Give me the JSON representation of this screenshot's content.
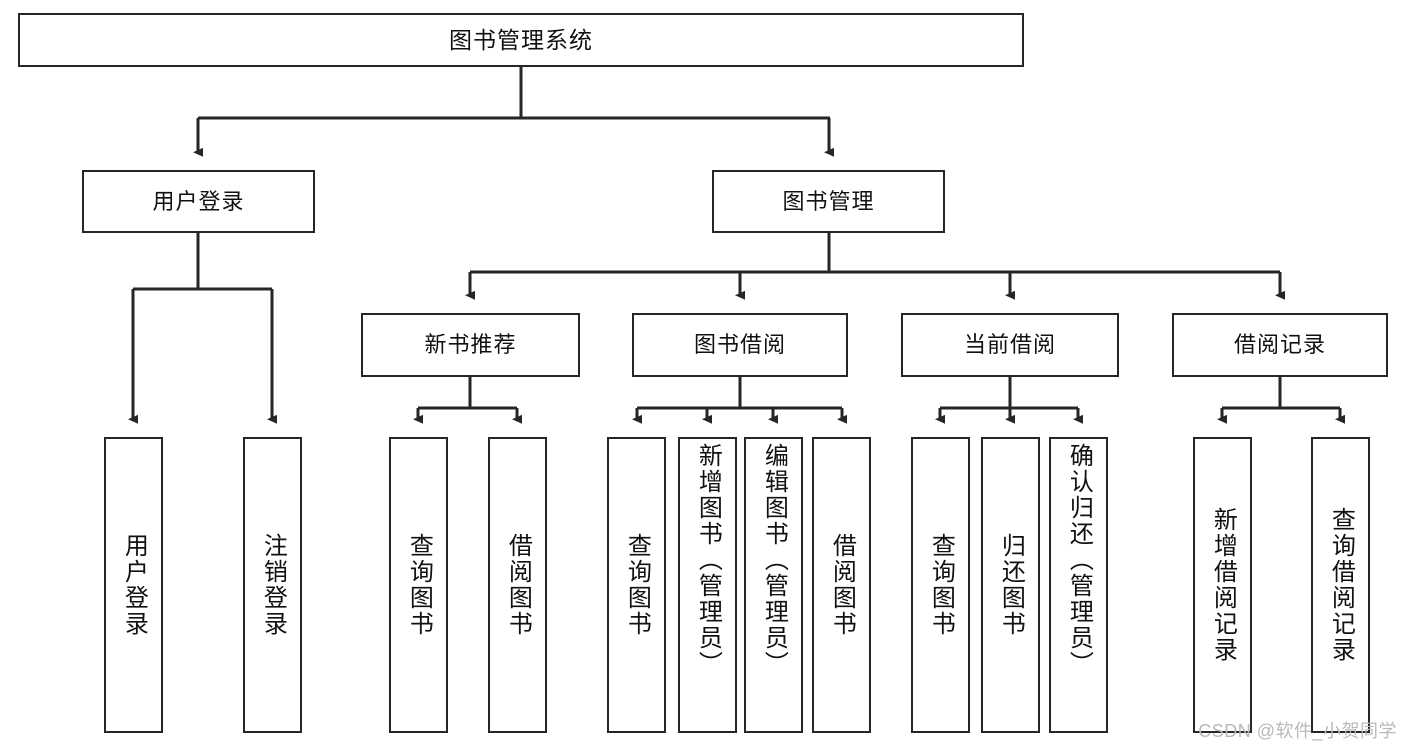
{
  "diagram": {
    "title_node": {
      "label": "图书管理系统"
    },
    "level2": [
      {
        "label": "用户登录"
      },
      {
        "label": "图书管理"
      }
    ],
    "level3": [
      {
        "label": "新书推荐"
      },
      {
        "label": "图书借阅"
      },
      {
        "label": "当前借阅"
      },
      {
        "label": "借阅记录"
      }
    ],
    "leaves": [
      {
        "label": "用户登录",
        "parent": "用户登录"
      },
      {
        "label": "注销登录",
        "parent": "用户登录"
      },
      {
        "label": "查询图书",
        "parent": "新书推荐"
      },
      {
        "label": "借阅图书",
        "parent": "新书推荐"
      },
      {
        "label": "查询图书",
        "parent": "图书借阅"
      },
      {
        "label": "新增图书（管理员）",
        "parent": "图书借阅"
      },
      {
        "label": "编辑图书（管理员）",
        "parent": "图书借阅"
      },
      {
        "label": "借阅图书",
        "parent": "图书借阅"
      },
      {
        "label": "查询图书",
        "parent": "当前借阅"
      },
      {
        "label": "归还图书",
        "parent": "当前借阅"
      },
      {
        "label": "确认归还（管理员）",
        "parent": "当前借阅"
      },
      {
        "label": "新增借阅记录",
        "parent": "借阅记录"
      },
      {
        "label": "查询借阅记录",
        "parent": "借阅记录"
      }
    ],
    "watermark": "CSDN @软件_小贺同学",
    "colors": {
      "stroke": "#262626",
      "background": "#ffffff",
      "text": "#111111",
      "watermark": "#b9b9b9"
    }
  }
}
